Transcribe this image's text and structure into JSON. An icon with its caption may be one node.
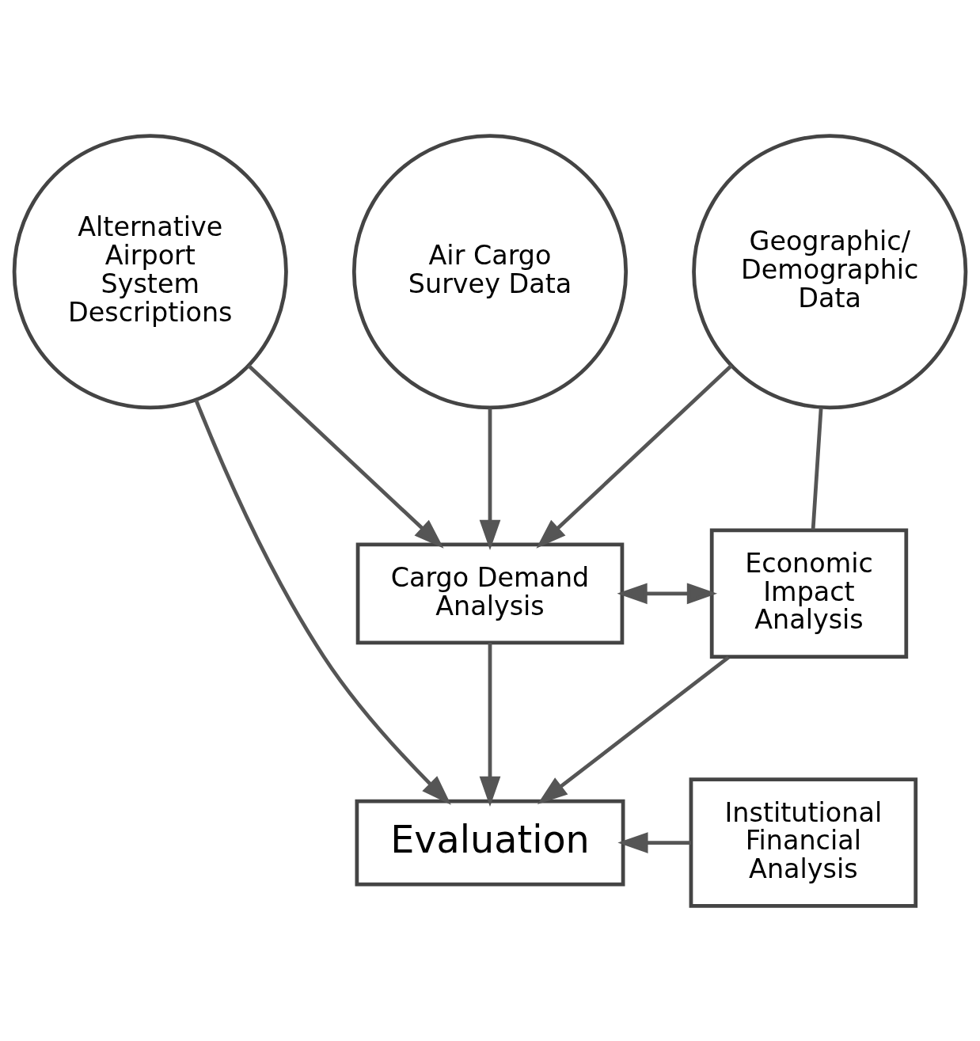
{
  "diagram": {
    "nodes": [
      {
        "text": [
          "Air Cargo Survey Data"
        ]
      },
      {
        "text": [
          "Alternative Airport System Descriptions"
        ]
      },
      {
        "text": [
          "Geographic/ Demographic Data"
        ]
      },
      {
        "text": [
          "Cargo Demand Analysis"
        ]
      },
      {
        "text": [
          "Economic Impact Analysis"
        ]
      },
      {
        "text": [
          "Institutional Financial Analysis"
        ]
      },
      {
        "text": [
          "Evaluation"
        ]
      }
    ],
    "edges": [
      {
        "from": 1,
        "to": 3,
        "arrow": "to"
      },
      {
        "from": 0,
        "to": 3,
        "arrow": "to"
      },
      {
        "from": 2,
        "to": 3,
        "arrow": "to"
      },
      {
        "from": 2,
        "to": 4,
        "arrow": "none"
      },
      {
        "from": 1,
        "to": 6,
        "arrow": "to"
      },
      {
        "from": 3,
        "to": 4,
        "arrow": "both"
      },
      {
        "from": 3,
        "to": 6,
        "arrow": "to"
      },
      {
        "from": 4,
        "to": 6,
        "arrow": "to"
      },
      {
        "from": 5,
        "to": 6,
        "arrow": "to"
      }
    ]
  }
}
